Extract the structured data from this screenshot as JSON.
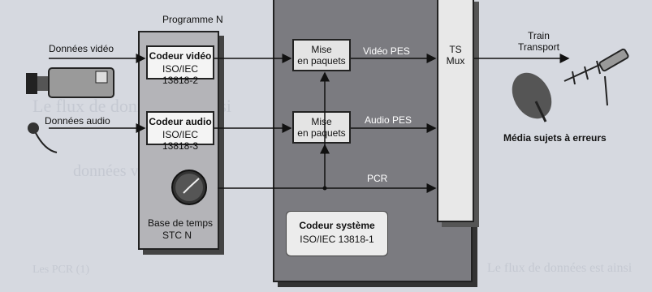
{
  "background_text": [
    "Le flux de données est ainsi",
    "données vidéo",
    "Les PCR (1)",
    "Le flux de données est ainsi"
  ],
  "programme": {
    "title": "Programme N",
    "video_encoder": {
      "title": "Codeur vidéo",
      "standard": "ISO/IEC 13818-2"
    },
    "audio_encoder": {
      "title": "Codeur audio",
      "standard": "ISO/IEC 13818-3"
    },
    "clock": {
      "line1": "Base de temps",
      "line2": "STC N"
    }
  },
  "inputs": {
    "video": "Données vidéo",
    "audio": "Données audio"
  },
  "packetizers": {
    "video": {
      "line1": "Mise",
      "line2": "en paquets"
    },
    "audio": {
      "line1": "Mise",
      "line2": "en paquets"
    }
  },
  "streams": {
    "video": "Vidéo PES",
    "audio": "Audio PES",
    "pcr": "PCR"
  },
  "system_encoder": {
    "title": "Codeur système",
    "standard": "ISO/IEC 13818-1"
  },
  "mux": {
    "line1": "TS",
    "line2": "Mux"
  },
  "output": {
    "line1": "Train",
    "line2": "Transport"
  },
  "media": "Média sujets à erreurs",
  "colors": {
    "background": "#d6d9e0",
    "system": "#7b7b80",
    "programme": "#b4b4b8"
  }
}
